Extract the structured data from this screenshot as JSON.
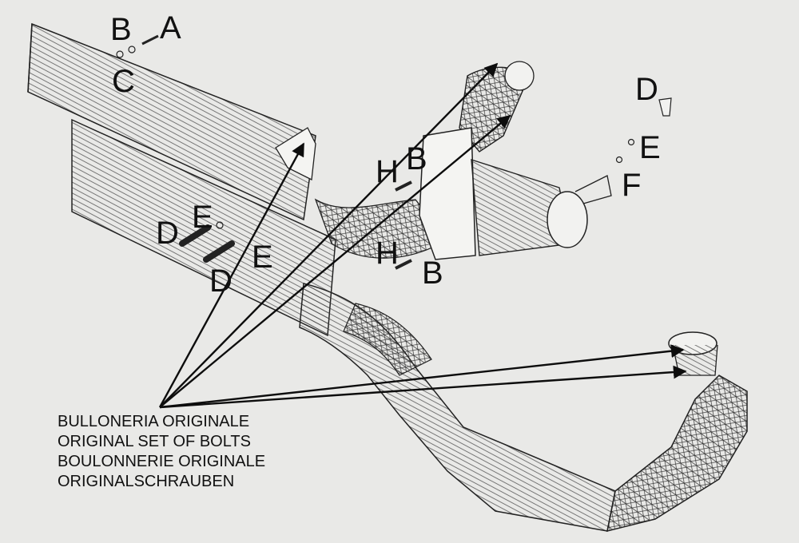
{
  "diagram": {
    "part_labels": [
      "A",
      "B",
      "C",
      "D",
      "E",
      "F",
      "H"
    ],
    "caption_lines": [
      "BULLONERIA ORIGINALE",
      "ORIGINAL SET OF BOLTS",
      "BOULONNERIE ORIGINALE",
      "ORIGINALSCHRAUBEN"
    ],
    "colors": {
      "paper": "#e9e9e7",
      "ink": "#111111"
    }
  }
}
